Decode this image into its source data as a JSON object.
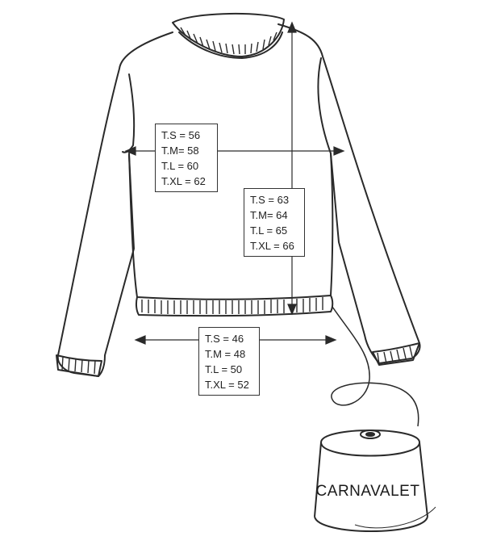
{
  "colors": {
    "ink": "#2a2a2a",
    "background": "#ffffff"
  },
  "measurements": {
    "chest": [
      "T.S = 56",
      "T.M= 58",
      "T.L = 60",
      "T.XL = 62"
    ],
    "length": [
      "T.S = 63",
      "T.M= 64",
      "T.L = 65",
      "T.XL = 66"
    ],
    "hem": [
      "T.S = 46",
      "T.M = 48",
      "T.L = 50",
      "T.XL = 52"
    ]
  },
  "yarn_cone": {
    "brand": "CARNAVALET"
  }
}
